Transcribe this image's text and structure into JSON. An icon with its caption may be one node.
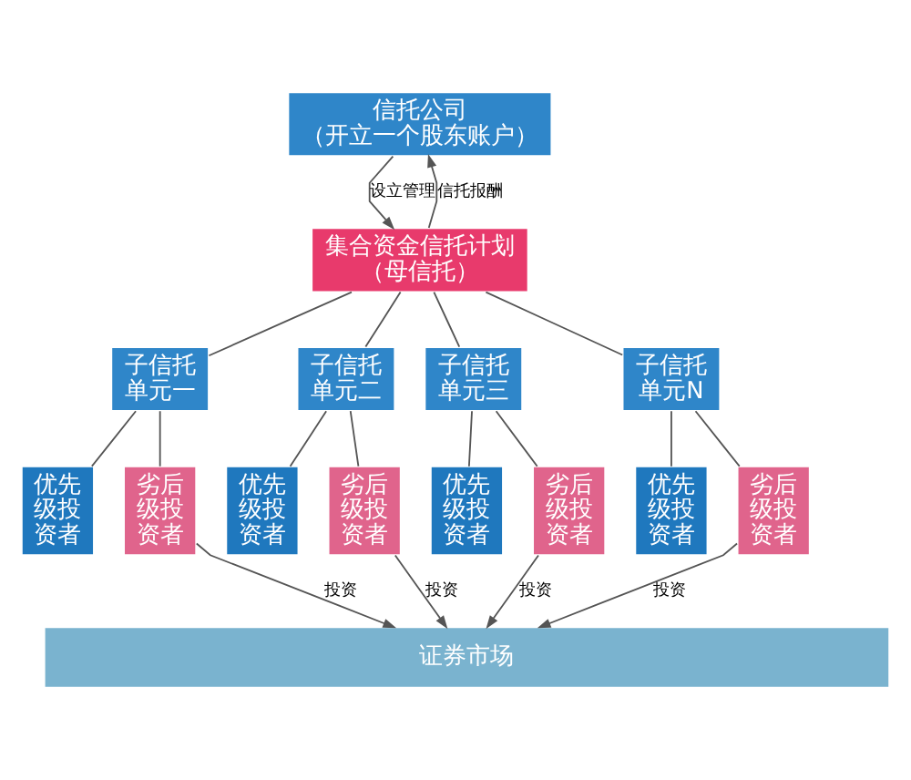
{
  "diagram": {
    "nodes": [
      {
        "text": [
          "信托公司",
          "（开立一个股东账户）"
        ]
      },
      {
        "text": [
          "集合资金信托计划",
          "（母信托）"
        ]
      },
      {
        "text": [
          "子信托单元一"
        ]
      },
      {
        "text": [
          "子信托单元二"
        ]
      },
      {
        "text": [
          "子信托单元三"
        ]
      },
      {
        "text": [
          "子信托单元N"
        ]
      },
      {
        "text": [
          "优先级投资者"
        ]
      },
      {
        "text": [
          "劣后级投资者"
        ]
      },
      {
        "text": [
          "优先级投资者"
        ]
      },
      {
        "text": [
          "劣后级投资者"
        ]
      },
      {
        "text": [
          "优先级投资者"
        ]
      },
      {
        "text": [
          "劣后级投资者"
        ]
      },
      {
        "text": [
          "优先级投资者"
        ]
      },
      {
        "text": [
          "劣后级投资者"
        ]
      },
      {
        "text": [
          "证券市场"
        ]
      }
    ],
    "edges": [
      {
        "from": 0,
        "to": 1,
        "arrow": "to",
        "label": "设立管理"
      },
      {
        "from": 1,
        "to": 0,
        "arrow": "to",
        "label": "信托报酬"
      },
      {
        "from": 1,
        "to": 2,
        "arrow": "none"
      },
      {
        "from": 1,
        "to": 3,
        "arrow": "none"
      },
      {
        "from": 1,
        "to": 4,
        "arrow": "none"
      },
      {
        "from": 1,
        "to": 5,
        "arrow": "none"
      },
      {
        "from": 2,
        "to": 6,
        "arrow": "none"
      },
      {
        "from": 2,
        "to": 7,
        "arrow": "none"
      },
      {
        "from": 3,
        "to": 8,
        "arrow": "none"
      },
      {
        "from": 3,
        "to": 9,
        "arrow": "none"
      },
      {
        "from": 4,
        "to": 10,
        "arrow": "none"
      },
      {
        "from": 4,
        "to": 11,
        "arrow": "none"
      },
      {
        "from": 5,
        "to": 12,
        "arrow": "none"
      },
      {
        "from": 5,
        "to": 13,
        "arrow": "none"
      },
      {
        "from": 7,
        "to": 14,
        "arrow": "to",
        "label": "投资"
      },
      {
        "from": 9,
        "to": 14,
        "arrow": "to",
        "label": "投资"
      },
      {
        "from": 11,
        "to": 14,
        "arrow": "to",
        "label": "投资"
      },
      {
        "from": 13,
        "to": 14,
        "arrow": "to",
        "label": "投资"
      }
    ]
  }
}
